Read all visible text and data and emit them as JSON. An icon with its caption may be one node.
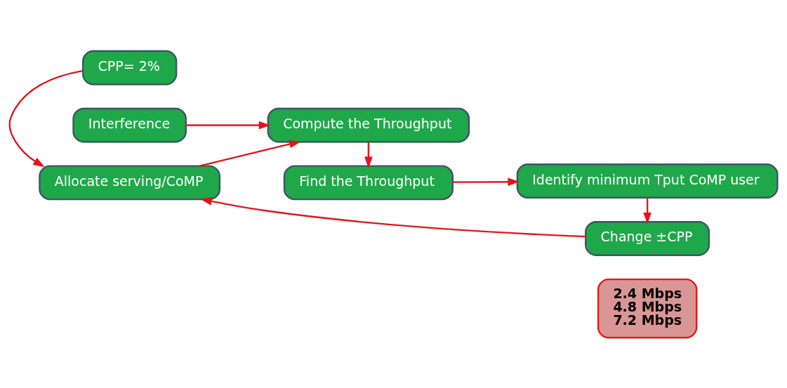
{
  "diagram": {
    "nodes": [
      {
        "text": [
          "CPP= 2%"
        ]
      },
      {
        "text": [
          "Change ±CPP"
        ]
      },
      {
        "text": [
          "Allocate serving/CoMP"
        ]
      },
      {
        "text": [
          "Interference"
        ]
      },
      {
        "text": [
          "Compute the Throughput"
        ]
      },
      {
        "text": [
          "Find the Throughput"
        ]
      },
      {
        "text": [
          "Identify minimum Tput CoMP user"
        ]
      },
      {
        "text": [
          "2.4 Mbps",
          "4.8 Mbps",
          "7.2 Mbps"
        ]
      }
    ],
    "edges": [
      {
        "from": 0,
        "to": 2,
        "arrow": "to"
      },
      {
        "from": 1,
        "to": 2,
        "arrow": "to"
      },
      {
        "from": 2,
        "to": 4,
        "arrow": "to"
      },
      {
        "from": 3,
        "to": 4,
        "arrow": "to"
      },
      {
        "from": 4,
        "to": 5,
        "arrow": "to"
      },
      {
        "from": 5,
        "to": 6,
        "arrow": "to"
      },
      {
        "from": 6,
        "to": 1,
        "arrow": "to"
      }
    ]
  }
}
